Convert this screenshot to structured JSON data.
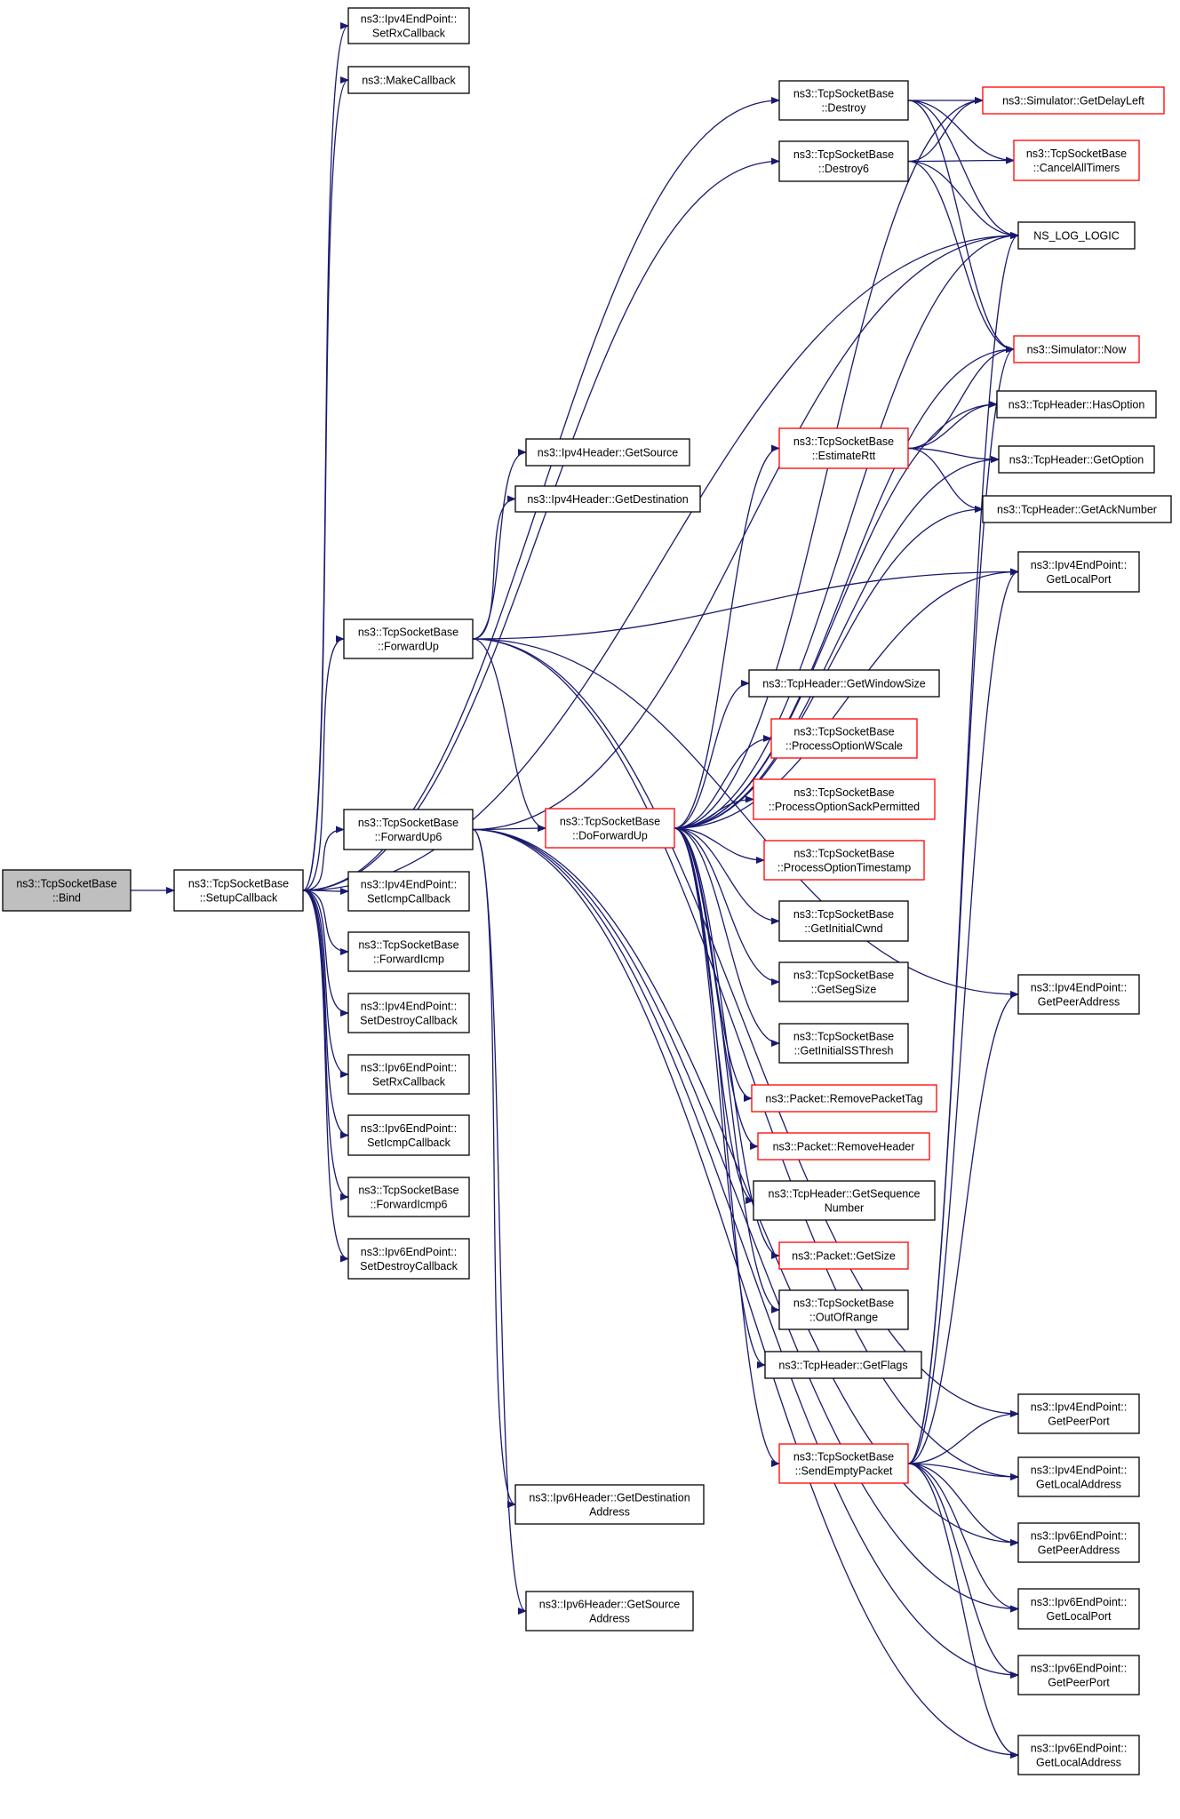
{
  "colors": {
    "edge": "#191970",
    "border_black": "#000000",
    "border_red": "#ff0000",
    "root_fill": "#bfbfbf",
    "fill": "#ffffff"
  },
  "nodes": [
    {
      "id": "bind",
      "lines": [
        "ns3::TcpSocketBase",
        "::Bind"
      ],
      "border": "black",
      "root": true
    },
    {
      "id": "setup",
      "lines": [
        "ns3::TcpSocketBase",
        "::SetupCallback"
      ],
      "border": "black"
    },
    {
      "id": "v4SetRx",
      "lines": [
        "ns3::Ipv4EndPoint::",
        "SetRxCallback"
      ],
      "border": "black"
    },
    {
      "id": "makeCb",
      "lines": [
        "ns3::MakeCallback"
      ],
      "border": "black"
    },
    {
      "id": "fwdUp",
      "lines": [
        "ns3::TcpSocketBase",
        "::ForwardUp"
      ],
      "border": "black"
    },
    {
      "id": "fwdUp6",
      "lines": [
        "ns3::TcpSocketBase",
        "::ForwardUp6"
      ],
      "border": "black"
    },
    {
      "id": "v4SetIcmp",
      "lines": [
        "ns3::Ipv4EndPoint::",
        "SetIcmpCallback"
      ],
      "border": "black"
    },
    {
      "id": "fwdIcmp",
      "lines": [
        "ns3::TcpSocketBase",
        "::ForwardIcmp"
      ],
      "border": "black"
    },
    {
      "id": "v4SetDestroy",
      "lines": [
        "ns3::Ipv4EndPoint::",
        "SetDestroyCallback"
      ],
      "border": "black"
    },
    {
      "id": "v6SetRx",
      "lines": [
        "ns3::Ipv6EndPoint::",
        "SetRxCallback"
      ],
      "border": "black"
    },
    {
      "id": "v6SetIcmp",
      "lines": [
        "ns3::Ipv6EndPoint::",
        "SetIcmpCallback"
      ],
      "border": "black"
    },
    {
      "id": "fwdIcmp6",
      "lines": [
        "ns3::TcpSocketBase",
        "::ForwardIcmp6"
      ],
      "border": "black"
    },
    {
      "id": "v6SetDestroy",
      "lines": [
        "ns3::Ipv6EndPoint::",
        "SetDestroyCallback"
      ],
      "border": "black"
    },
    {
      "id": "v4hSrc",
      "lines": [
        "ns3::Ipv4Header::GetSource"
      ],
      "border": "black"
    },
    {
      "id": "v4hDst",
      "lines": [
        "ns3::Ipv4Header::GetDestination"
      ],
      "border": "black"
    },
    {
      "id": "v6hDst",
      "lines": [
        "ns3::Ipv6Header::GetDestination",
        "Address"
      ],
      "border": "black"
    },
    {
      "id": "v6hSrc",
      "lines": [
        "ns3::Ipv6Header::GetSource",
        "Address"
      ],
      "border": "black"
    },
    {
      "id": "destroy",
      "lines": [
        "ns3::TcpSocketBase",
        "::Destroy"
      ],
      "border": "black"
    },
    {
      "id": "destroy6",
      "lines": [
        "ns3::TcpSocketBase",
        "::Destroy6"
      ],
      "border": "black"
    },
    {
      "id": "estRtt",
      "lines": [
        "ns3::TcpSocketBase",
        "::EstimateRtt"
      ],
      "border": "red"
    },
    {
      "id": "doFwd",
      "lines": [
        "ns3::TcpSocketBase",
        "::DoForwardUp"
      ],
      "border": "red"
    },
    {
      "id": "hdrWin",
      "lines": [
        "ns3::TcpHeader::GetWindowSize"
      ],
      "border": "black"
    },
    {
      "id": "procWS",
      "lines": [
        "ns3::TcpSocketBase",
        "::ProcessOptionWScale"
      ],
      "border": "red"
    },
    {
      "id": "procSack",
      "lines": [
        "ns3::TcpSocketBase",
        "::ProcessOptionSackPermitted"
      ],
      "border": "red"
    },
    {
      "id": "procTs",
      "lines": [
        "ns3::TcpSocketBase",
        "::ProcessOptionTimestamp"
      ],
      "border": "red"
    },
    {
      "id": "initCwnd",
      "lines": [
        "ns3::TcpSocketBase",
        "::GetInitialCwnd"
      ],
      "border": "black"
    },
    {
      "id": "segSize",
      "lines": [
        "ns3::TcpSocketBase",
        "::GetSegSize"
      ],
      "border": "black"
    },
    {
      "id": "initSS",
      "lines": [
        "ns3::TcpSocketBase",
        "::GetInitialSSThresh"
      ],
      "border": "black"
    },
    {
      "id": "rmTag",
      "lines": [
        "ns3::Packet::RemovePacketTag"
      ],
      "border": "red"
    },
    {
      "id": "rmHdr",
      "lines": [
        "ns3::Packet::RemoveHeader"
      ],
      "border": "red"
    },
    {
      "id": "hdrSeq",
      "lines": [
        "ns3::TcpHeader::GetSequence",
        "Number"
      ],
      "border": "black"
    },
    {
      "id": "pktSize",
      "lines": [
        "ns3::Packet::GetSize"
      ],
      "border": "red"
    },
    {
      "id": "outRange",
      "lines": [
        "ns3::TcpSocketBase",
        "::OutOfRange"
      ],
      "border": "black"
    },
    {
      "id": "hdrFlags",
      "lines": [
        "ns3::TcpHeader::GetFlags"
      ],
      "border": "black"
    },
    {
      "id": "sendEmpty",
      "lines": [
        "ns3::TcpSocketBase",
        "::SendEmptyPacket"
      ],
      "border": "red"
    },
    {
      "id": "simDelay",
      "lines": [
        "ns3::Simulator::GetDelayLeft"
      ],
      "border": "red"
    },
    {
      "id": "cancelT",
      "lines": [
        "ns3::TcpSocketBase",
        "::CancelAllTimers"
      ],
      "border": "red"
    },
    {
      "id": "nsLog",
      "lines": [
        "NS_LOG_LOGIC"
      ],
      "border": "black"
    },
    {
      "id": "simNow",
      "lines": [
        "ns3::Simulator::Now"
      ],
      "border": "red"
    },
    {
      "id": "hasOpt",
      "lines": [
        "ns3::TcpHeader::HasOption"
      ],
      "border": "black"
    },
    {
      "id": "getOpt",
      "lines": [
        "ns3::TcpHeader::GetOption"
      ],
      "border": "black"
    },
    {
      "id": "ackNum",
      "lines": [
        "ns3::TcpHeader::GetAckNumber"
      ],
      "border": "black"
    },
    {
      "id": "v4LocalPort",
      "lines": [
        "ns3::Ipv4EndPoint::",
        "GetLocalPort"
      ],
      "border": "black"
    },
    {
      "id": "v4PeerAddr",
      "lines": [
        "ns3::Ipv4EndPoint::",
        "GetPeerAddress"
      ],
      "border": "black"
    },
    {
      "id": "v4PeerPort",
      "lines": [
        "ns3::Ipv4EndPoint::",
        "GetPeerPort"
      ],
      "border": "black"
    },
    {
      "id": "v4LocalAddr",
      "lines": [
        "ns3::Ipv4EndPoint::",
        "GetLocalAddress"
      ],
      "border": "black"
    },
    {
      "id": "v6PeerAddr",
      "lines": [
        "ns3::Ipv6EndPoint::",
        "GetPeerAddress"
      ],
      "border": "black"
    },
    {
      "id": "v6LocalPort",
      "lines": [
        "ns3::Ipv6EndPoint::",
        "GetLocalPort"
      ],
      "border": "black"
    },
    {
      "id": "v6PeerPort",
      "lines": [
        "ns3::Ipv6EndPoint::",
        "GetPeerPort"
      ],
      "border": "black"
    },
    {
      "id": "v6LocalAddr",
      "lines": [
        "ns3::Ipv6EndPoint::",
        "GetLocalAddress"
      ],
      "border": "black"
    }
  ],
  "edges": [
    [
      "bind",
      "setup"
    ],
    [
      "setup",
      "v4SetRx"
    ],
    [
      "setup",
      "makeCb"
    ],
    [
      "setup",
      "fwdUp"
    ],
    [
      "setup",
      "fwdUp6"
    ],
    [
      "setup",
      "v4SetIcmp"
    ],
    [
      "setup",
      "fwdIcmp"
    ],
    [
      "setup",
      "v4SetDestroy"
    ],
    [
      "setup",
      "v6SetRx"
    ],
    [
      "setup",
      "v6SetIcmp"
    ],
    [
      "setup",
      "fwdIcmp6"
    ],
    [
      "setup",
      "v6SetDestroy"
    ],
    [
      "setup",
      "destroy"
    ],
    [
      "setup",
      "destroy6"
    ],
    [
      "setup",
      "nsLog"
    ],
    [
      "fwdUp",
      "v4hSrc"
    ],
    [
      "fwdUp",
      "v4hDst"
    ],
    [
      "fwdUp",
      "doFwd"
    ],
    [
      "fwdUp",
      "v4LocalPort"
    ],
    [
      "fwdUp",
      "v4PeerAddr"
    ],
    [
      "fwdUp",
      "v4PeerPort"
    ],
    [
      "fwdUp",
      "v4LocalAddr"
    ],
    [
      "fwdUp6",
      "doFwd"
    ],
    [
      "fwdUp6",
      "v6hDst"
    ],
    [
      "fwdUp6",
      "v6hSrc"
    ],
    [
      "fwdUp6",
      "v6PeerAddr"
    ],
    [
      "fwdUp6",
      "v6LocalPort"
    ],
    [
      "fwdUp6",
      "v6PeerPort"
    ],
    [
      "fwdUp6",
      "v6LocalAddr"
    ],
    [
      "fwdUp6",
      "nsLog"
    ],
    [
      "destroy",
      "simDelay"
    ],
    [
      "destroy",
      "cancelT"
    ],
    [
      "destroy",
      "nsLog"
    ],
    [
      "destroy",
      "simNow"
    ],
    [
      "destroy6",
      "simDelay"
    ],
    [
      "destroy6",
      "cancelT"
    ],
    [
      "destroy6",
      "nsLog"
    ],
    [
      "destroy6",
      "simNow"
    ],
    [
      "doFwd",
      "simDelay"
    ],
    [
      "doFwd",
      "nsLog"
    ],
    [
      "doFwd",
      "simNow"
    ],
    [
      "doFwd",
      "hasOpt"
    ],
    [
      "doFwd",
      "estRtt"
    ],
    [
      "doFwd",
      "getOpt"
    ],
    [
      "doFwd",
      "ackNum"
    ],
    [
      "doFwd",
      "v4LocalPort"
    ],
    [
      "doFwd",
      "hdrWin"
    ],
    [
      "doFwd",
      "procWS"
    ],
    [
      "doFwd",
      "procSack"
    ],
    [
      "doFwd",
      "procTs"
    ],
    [
      "doFwd",
      "initCwnd"
    ],
    [
      "doFwd",
      "segSize"
    ],
    [
      "doFwd",
      "initSS"
    ],
    [
      "doFwd",
      "rmTag"
    ],
    [
      "doFwd",
      "rmHdr"
    ],
    [
      "doFwd",
      "hdrSeq"
    ],
    [
      "doFwd",
      "pktSize"
    ],
    [
      "doFwd",
      "outRange"
    ],
    [
      "doFwd",
      "hdrFlags"
    ],
    [
      "doFwd",
      "sendEmpty"
    ],
    [
      "estRtt",
      "simNow"
    ],
    [
      "estRtt",
      "hasOpt"
    ],
    [
      "estRtt",
      "getOpt"
    ],
    [
      "estRtt",
      "ackNum"
    ],
    [
      "sendEmpty",
      "nsLog"
    ],
    [
      "sendEmpty",
      "simNow"
    ],
    [
      "sendEmpty",
      "v4LocalPort"
    ],
    [
      "sendEmpty",
      "v4PeerAddr"
    ],
    [
      "sendEmpty",
      "v4PeerPort"
    ],
    [
      "sendEmpty",
      "v4LocalAddr"
    ],
    [
      "sendEmpty",
      "v6PeerAddr"
    ],
    [
      "sendEmpty",
      "v6LocalPort"
    ],
    [
      "sendEmpty",
      "v6PeerPort"
    ],
    [
      "sendEmpty",
      "v6LocalAddr"
    ]
  ]
}
